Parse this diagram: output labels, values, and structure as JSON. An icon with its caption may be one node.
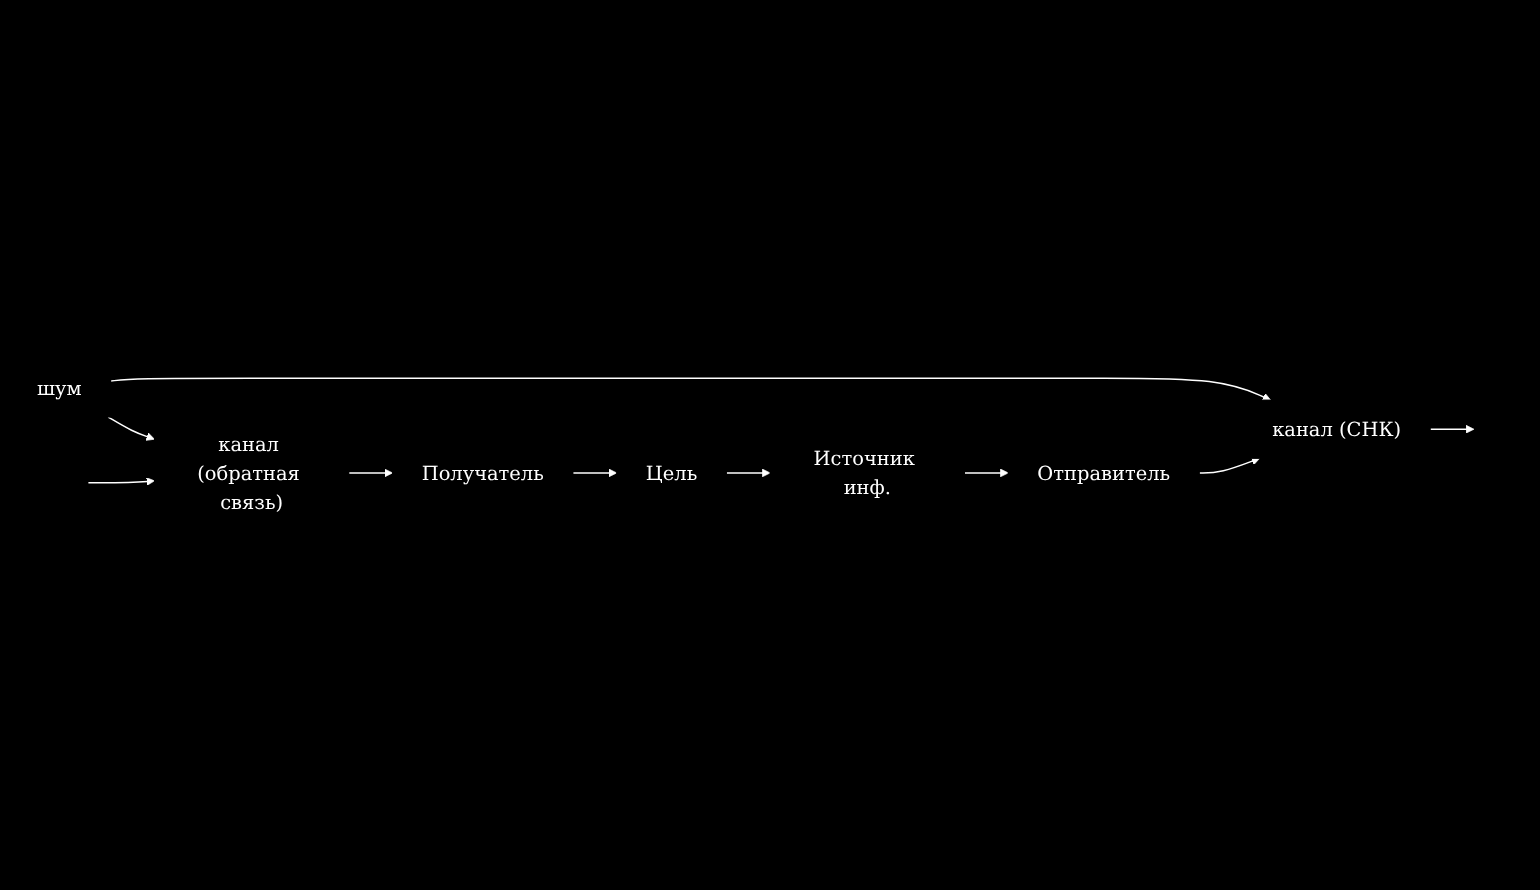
{
  "diagram": {
    "nodes": [
      {
        "text": [
          "Источник инф."
        ]
      },
      {
        "text": [
          "Отправитель"
        ]
      },
      {
        "text": [
          "канал (СНК)"
        ]
      },
      {
        "text": [
          "шум"
        ]
      },
      {
        "text": [
          "канал (обратная связь)"
        ]
      },
      {
        "text": [
          "Получатель"
        ]
      },
      {
        "text": [
          "Цель"
        ]
      }
    ],
    "edges": [
      {
        "from": 0,
        "to": 1,
        "arrow": "to"
      },
      {
        "from": 1,
        "to": 2,
        "arrow": "to"
      },
      {
        "from": 2,
        "to": null,
        "arrow": "to"
      },
      {
        "from": 3,
        "to": 2,
        "arrow": "to"
      },
      {
        "from": 3,
        "to": 4,
        "arrow": "to"
      },
      {
        "from": null,
        "to": 4,
        "arrow": "to"
      },
      {
        "from": 4,
        "to": 5,
        "arrow": "to"
      },
      {
        "from": 5,
        "to": 6,
        "arrow": "to"
      },
      {
        "from": 6,
        "to": 0,
        "arrow": "to"
      }
    ]
  }
}
